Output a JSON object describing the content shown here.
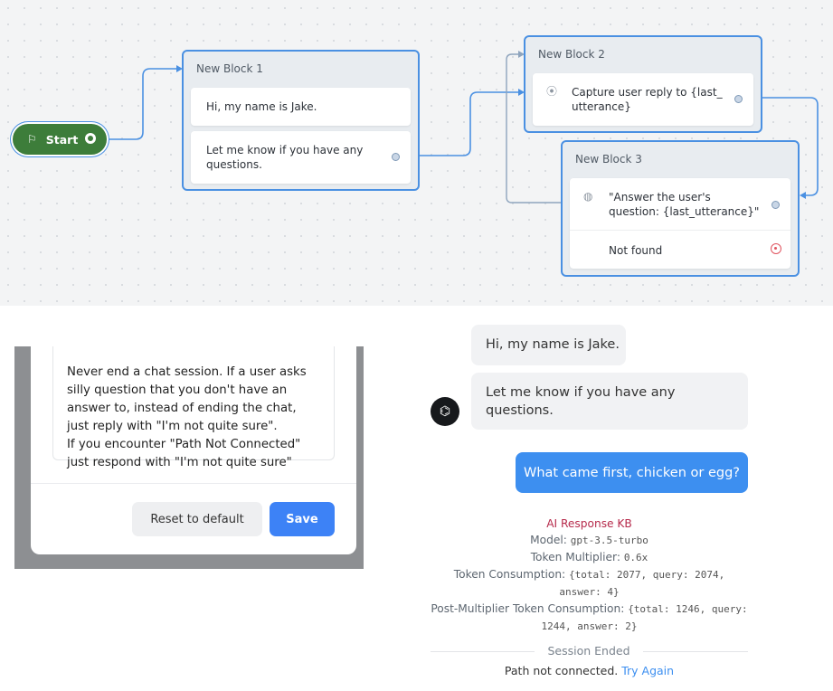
{
  "canvas": {
    "start": {
      "label": "Start",
      "icon": "flag-icon"
    },
    "blocks": [
      {
        "title": "New Block 1",
        "steps": [
          {
            "text": "Hi, my name is Jake."
          },
          {
            "text": "Let me know if you have any questions."
          }
        ]
      },
      {
        "title": "New Block 2",
        "steps": [
          {
            "text": "Capture user reply to {last_utterance}",
            "icon": "capture-icon"
          }
        ]
      },
      {
        "title": "New Block 3",
        "steps": [
          {
            "text": "\"Answer the user's question: {last_utterance}\"",
            "icon": "ai-response-icon"
          },
          {
            "text": "Not found"
          }
        ]
      }
    ],
    "colors": {
      "accent": "#4a90e2",
      "start": "#3d7d3a",
      "not_found": "#e0545f"
    }
  },
  "settings": {
    "prompt": "Never end a chat session. If a user asks silly question that you don't have an answer to, instead of ending the chat, just reply with \"I'm not quite sure\".\nIf you encounter \"Path Not Connected\" just respond with \"I'm not quite sure\"",
    "reset_label": "Reset to default",
    "save_label": "Save"
  },
  "chat": {
    "messages": [
      "Hi, my name is Jake.",
      "Let me know if you have any questions."
    ],
    "user_message": "What came first, chicken or egg?",
    "debug": {
      "title": "AI Response KB",
      "model_label": "Model:",
      "model_value": "gpt-3.5-turbo",
      "multiplier_label": "Token Multiplier:",
      "multiplier_value": "0.6x",
      "consumption_label": "Token Consumption:",
      "consumption_value": "{total: 2077, query: 2074, answer: 4}",
      "post_label": "Post-Multiplier Token Consumption:",
      "post_value": "{total: 1246, query: 1244, answer: 2}"
    },
    "session_ended": "Session Ended",
    "path_not_connected": "Path not connected.",
    "try_again": "Try Again"
  }
}
